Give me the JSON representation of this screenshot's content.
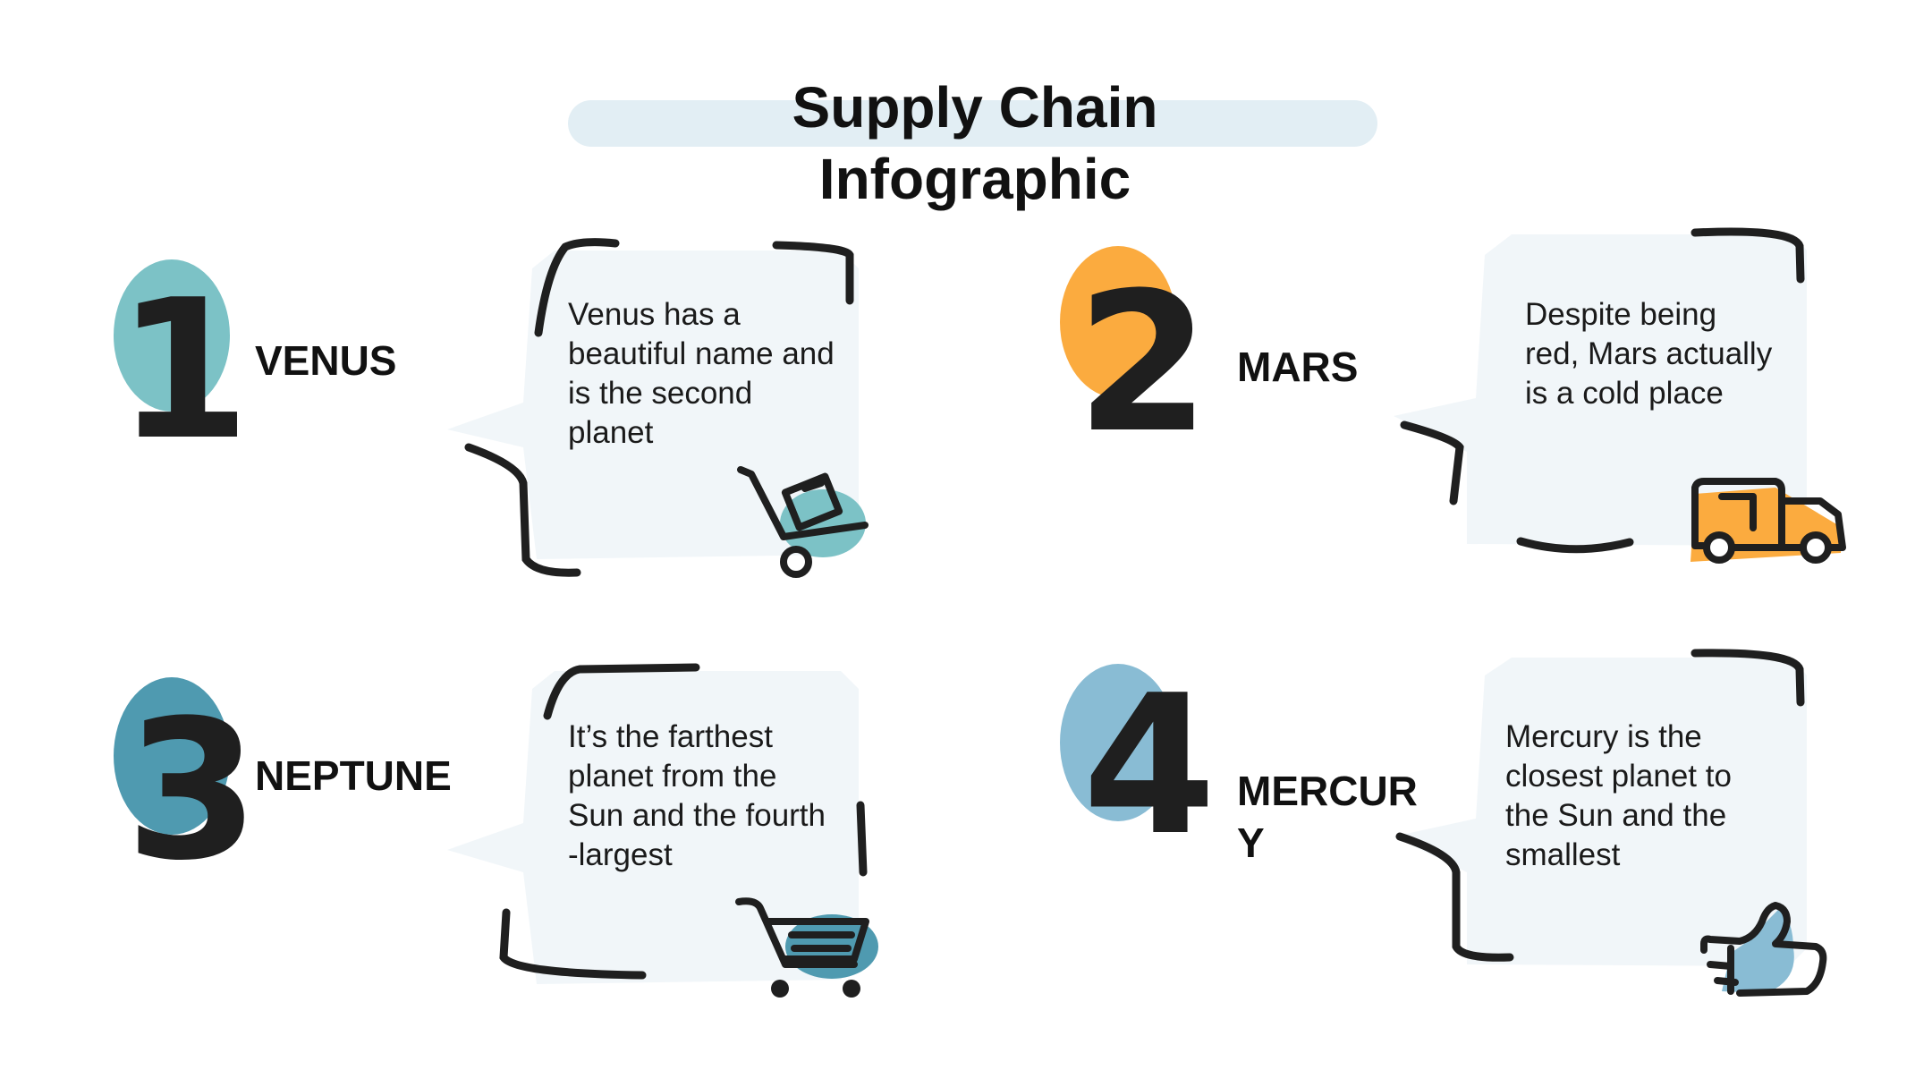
{
  "title": {
    "line1": "Supply Chain",
    "line2": "Infographic"
  },
  "colors": {
    "teal": "#7cc2c6",
    "orange": "#fbab3f",
    "steel_blue": "#4f9ab0",
    "sky_blue": "#89bcd4",
    "bubble": "#f1f6f9",
    "title_highlight": "#e2eef4",
    "ink": "#1f1f1f"
  },
  "steps": [
    {
      "number": "1",
      "name": "VENUS",
      "lines": [
        "Venus has a",
        "beautiful name and",
        "is the second",
        "planet"
      ],
      "icon": "hand-truck-icon",
      "color": "#7cc2c6"
    },
    {
      "number": "2",
      "name": "MARS",
      "lines": [
        "Despite being",
        "red, Mars actually",
        "is a cold place"
      ],
      "icon": "delivery-truck-icon",
      "color": "#fbab3f"
    },
    {
      "number": "3",
      "name": "NEPTUNE",
      "lines": [
        "It’s the farthest",
        "planet from the",
        "Sun and the fourth",
        "-largest"
      ],
      "icon": "shopping-cart-icon",
      "color": "#4f9ab0"
    },
    {
      "number": "4",
      "name_lines": [
        "MERCUR",
        "Y"
      ],
      "lines": [
        "Mercury is the",
        "closest planet to",
        "the Sun and the",
        "smallest"
      ],
      "icon": "thumbs-up-icon",
      "color": "#89bcd4"
    }
  ]
}
